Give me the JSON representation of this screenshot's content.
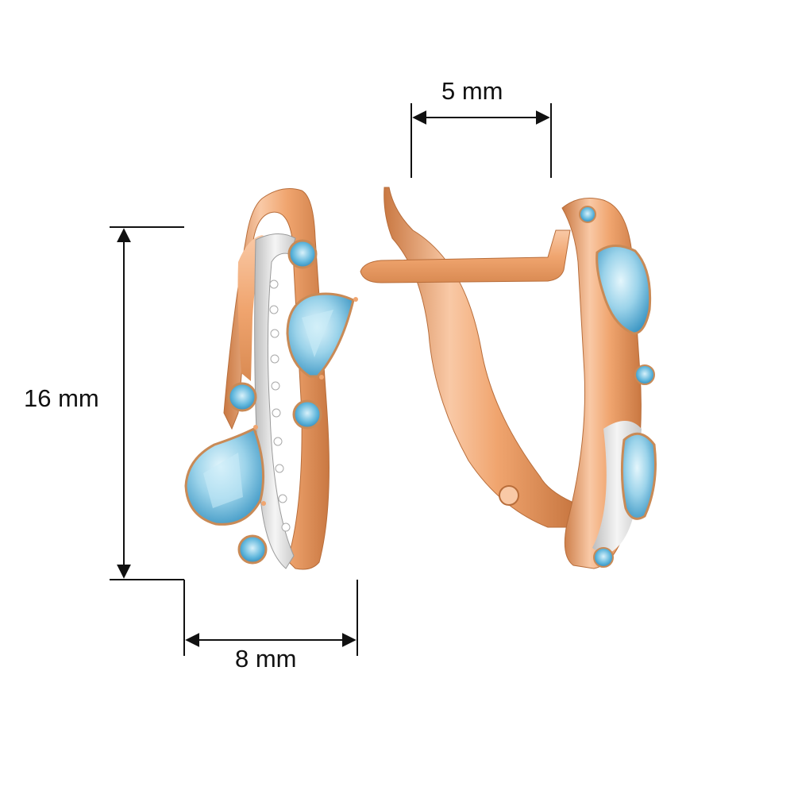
{
  "dimensions": {
    "width_label": "5 mm",
    "height_label": "16 mm",
    "depth_label": "8 mm"
  },
  "colors": {
    "gold_light": "#f9c9a6",
    "gold_mid": "#f0a56f",
    "gold_dark": "#c97842",
    "topaz_light": "#d8f1fa",
    "topaz_mid": "#88cbe6",
    "topaz_dark": "#3e97c4",
    "rhodium": "#e6e6e6",
    "dimension_line": "#111111"
  },
  "icons": {
    "front_view": "earring-front-icon",
    "side_view": "earring-side-icon"
  }
}
